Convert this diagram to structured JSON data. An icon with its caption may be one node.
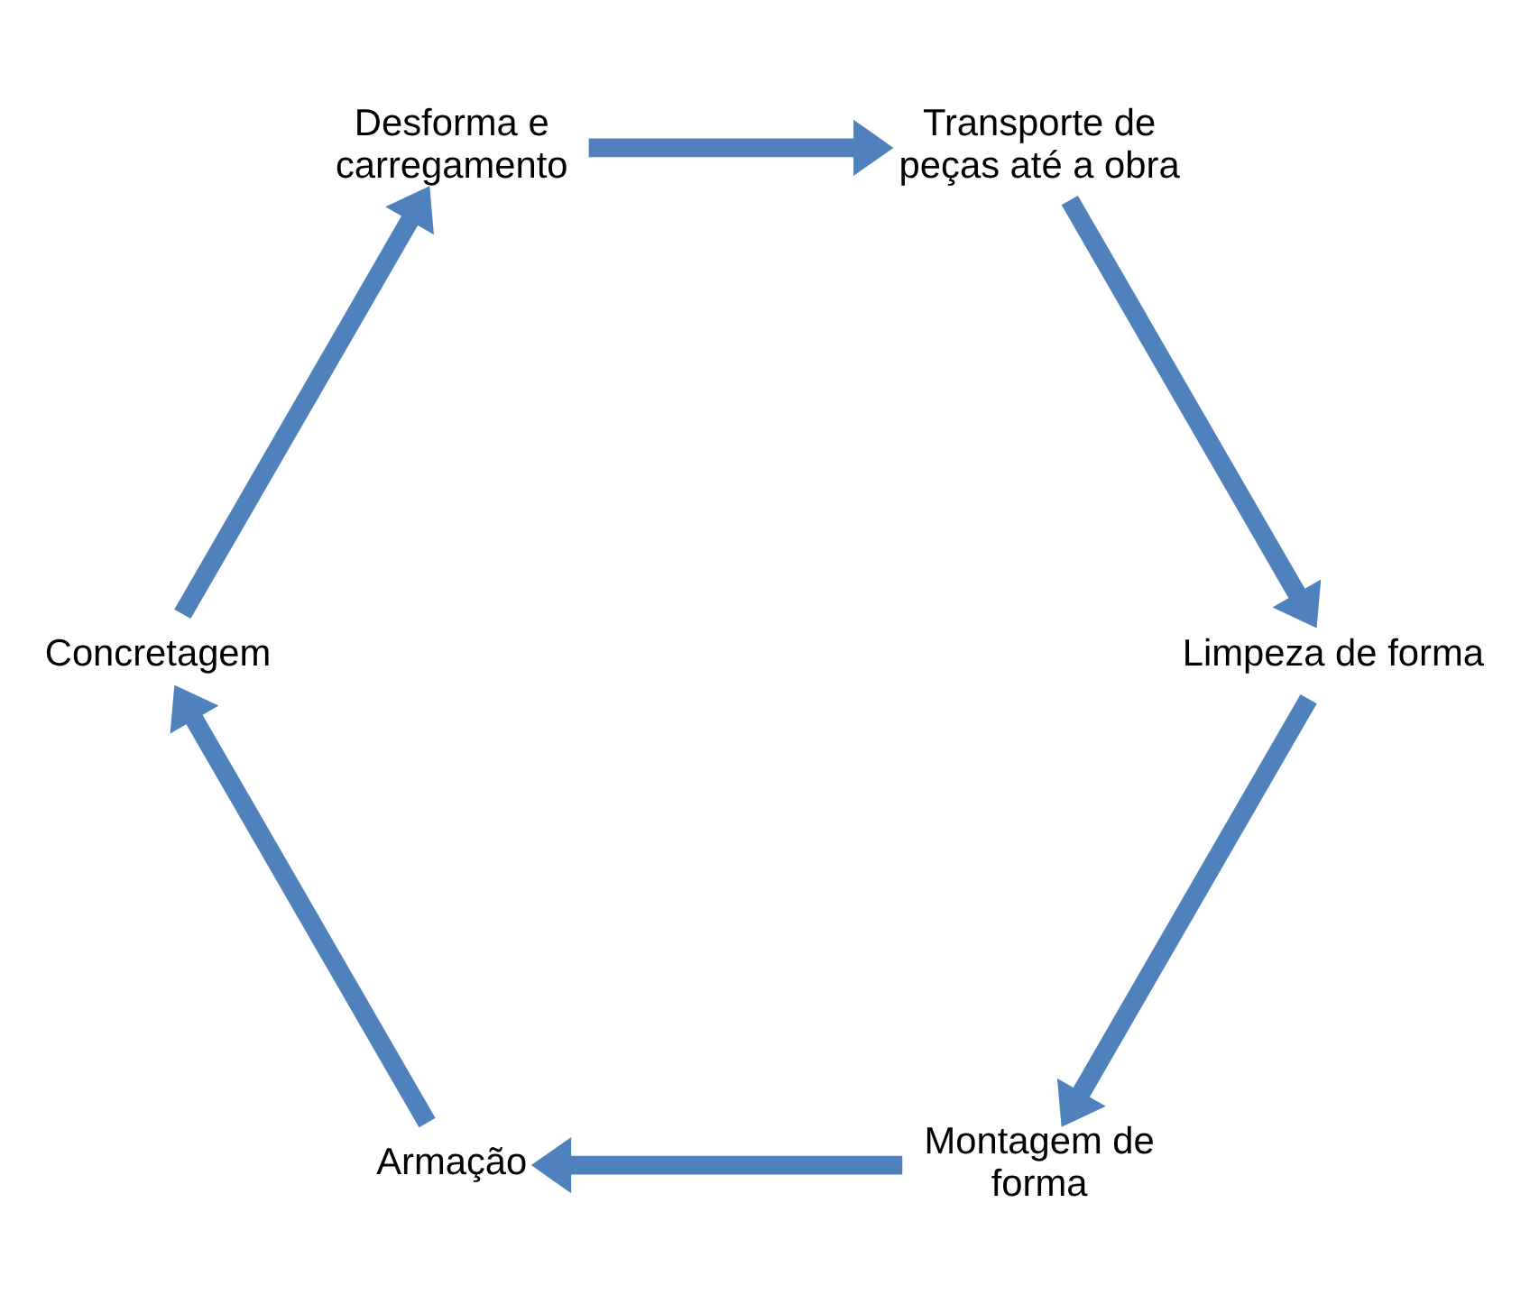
{
  "diagram": {
    "nodes": [
      {
        "text": [
          "Montagem de forma"
        ]
      },
      {
        "text": [
          "Armação"
        ]
      },
      {
        "text": [
          "Concretagem"
        ]
      },
      {
        "text": [
          "Desforma e carregamento"
        ]
      },
      {
        "text": [
          "Transporte de peças até a obra"
        ]
      },
      {
        "text": [
          "Limpeza de forma"
        ]
      }
    ],
    "edges": [
      {
        "from": 0,
        "to": 1,
        "arrow": "to"
      },
      {
        "from": 1,
        "to": 2,
        "arrow": "to"
      },
      {
        "from": 2,
        "to": 3,
        "arrow": "to"
      },
      {
        "from": 3,
        "to": 4,
        "arrow": "to"
      },
      {
        "from": 4,
        "to": 5,
        "arrow": "to"
      },
      {
        "from": 5,
        "to": 0,
        "arrow": "to"
      }
    ]
  }
}
